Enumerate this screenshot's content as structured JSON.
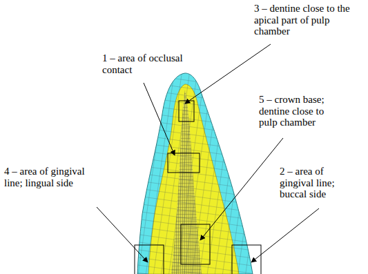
{
  "diagram": {
    "labels": [
      "3 – dentine close to the apical part of pulp chamber",
      "1 – area of occlusal contact",
      "5 – crown base; dentine close to pulp chamber",
      "4 – area of gingival line; lingual side",
      "2 – area of gingival line; buccal side"
    ]
  }
}
